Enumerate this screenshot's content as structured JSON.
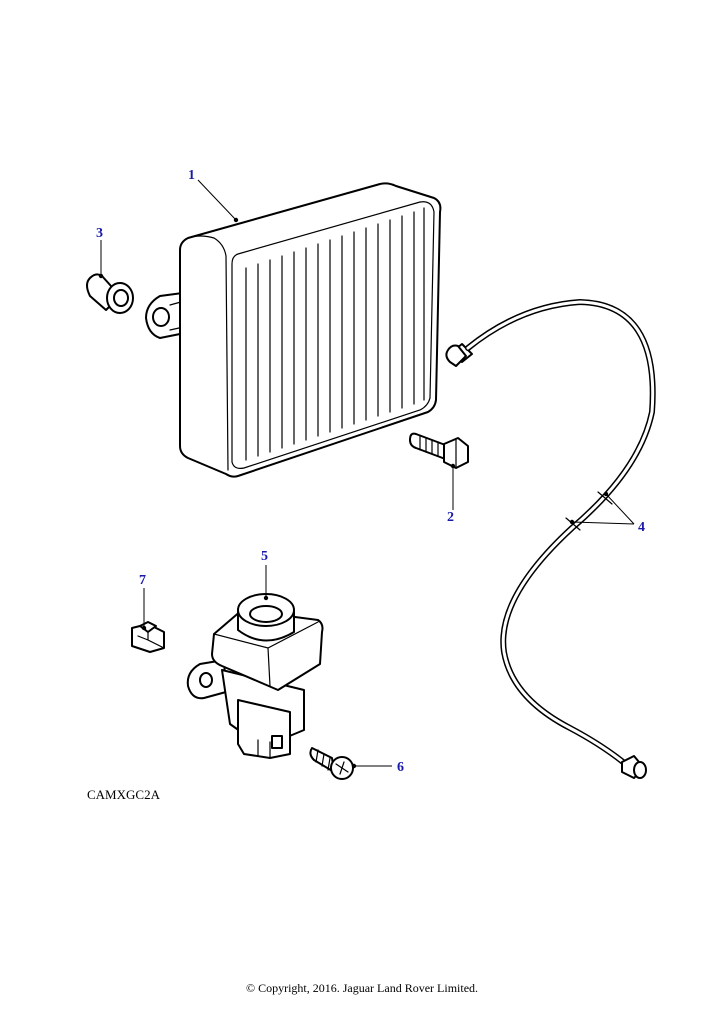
{
  "diagram": {
    "callouts": [
      {
        "id": "callout-1",
        "label": "1"
      },
      {
        "id": "callout-2",
        "label": "2"
      },
      {
        "id": "callout-3",
        "label": "3"
      },
      {
        "id": "callout-4",
        "label": "4"
      },
      {
        "id": "callout-5",
        "label": "5"
      },
      {
        "id": "callout-6",
        "label": "6"
      },
      {
        "id": "callout-7",
        "label": "7"
      }
    ],
    "drawing_code": "CAMXGC2A",
    "copyright": "© Copyright, 2016. Jaguar Land Rover Limited."
  },
  "colors": {
    "callout_text": "#1a1aa8",
    "line_art": "#000000",
    "background": "#ffffff"
  }
}
